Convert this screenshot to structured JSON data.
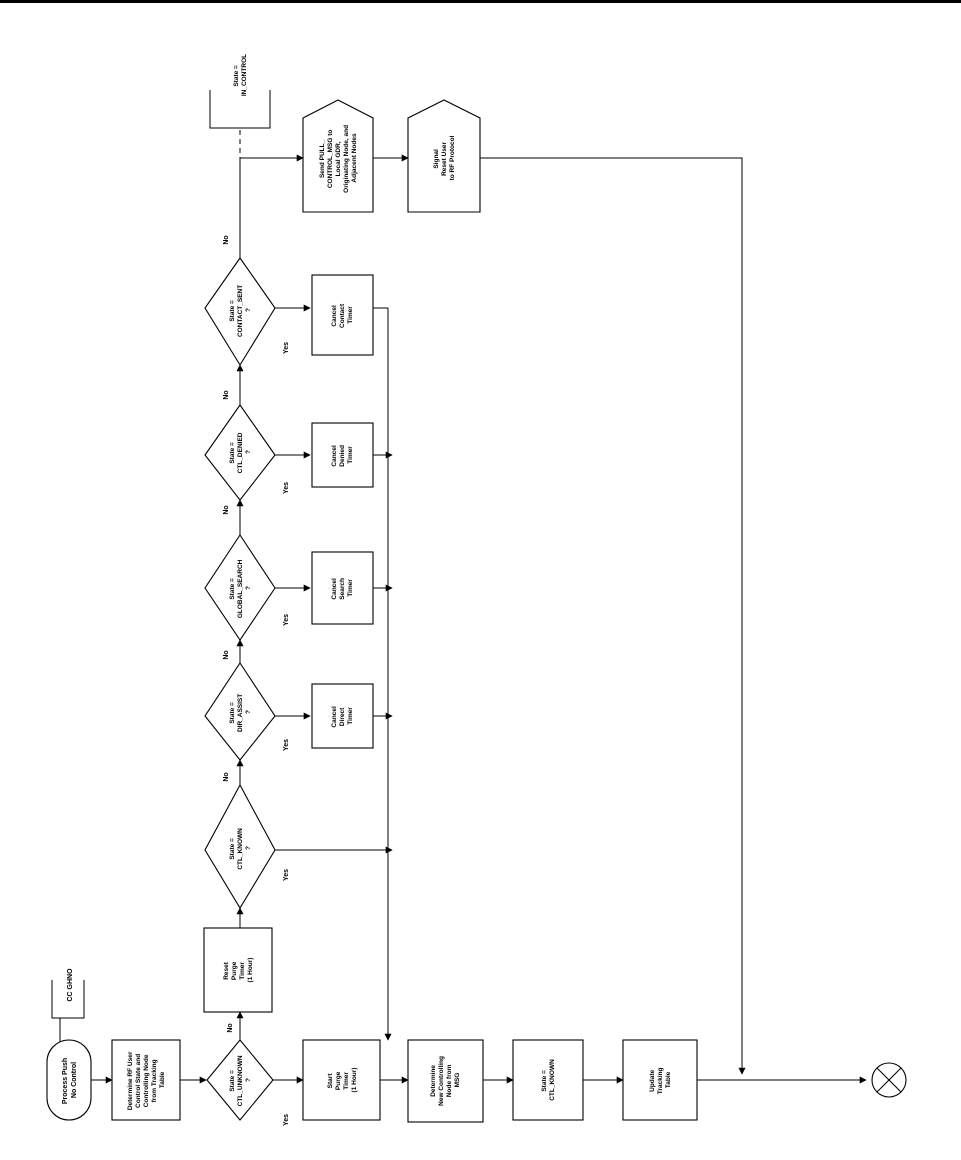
{
  "flowchart": {
    "start": [
      "Process Push",
      "No Control"
    ],
    "annotation_ccghno": "CC GHNO",
    "determine_state": [
      "Determine RF User",
      "Control State and",
      "Controlling Node",
      "from Tracking",
      "Table"
    ],
    "decisions": {
      "ctl_unknown": [
        "State =",
        "CTL_UNKNOWN",
        "?"
      ],
      "ctl_known": [
        "State =",
        "CTL_KNOWN",
        "?"
      ],
      "dir_assist": [
        "State =",
        "DIR_ASSIST",
        "?"
      ],
      "global_search": [
        "State =",
        "GLOBAL_SEARCH",
        "?"
      ],
      "ctl_denied": [
        "State =",
        "CTL_DENIED",
        "?"
      ],
      "contact_sent": [
        "State =",
        "CONTACT_SENT",
        "?"
      ]
    },
    "reset_purge": [
      "Reset",
      "Purge",
      "Timer",
      "(1 Hour)"
    ],
    "start_purge": [
      "Start",
      "Purge",
      "Timer",
      "(1 Hour)"
    ],
    "cancel_direct": [
      "Cancel",
      "Direct",
      "Timer"
    ],
    "cancel_search": [
      "Cancel",
      "Search",
      "Timer"
    ],
    "cancel_denied": [
      "Cancel",
      "Denied",
      "Timer"
    ],
    "cancel_contact": [
      "Cancel",
      "Contact",
      "Timer"
    ],
    "send_pull": [
      "Send PULL_",
      "CONTROL_MSG to",
      "Local GDR,",
      "Originating Node, and",
      "Adjacent Nodes"
    ],
    "signal_reset": [
      "Signal",
      "Reset User",
      "to RF Protocol"
    ],
    "annotation_in_control": [
      "State =",
      "IN_CONTROL"
    ],
    "determine_new": [
      "Determine",
      "New Controlling",
      "Node from",
      "MSG"
    ],
    "state_ctl_known": [
      "State =",
      "CTL_KNOWN"
    ],
    "update_tracking": [
      "Update",
      "Tracking",
      "Table"
    ],
    "yes": "Yes",
    "no": "No"
  }
}
